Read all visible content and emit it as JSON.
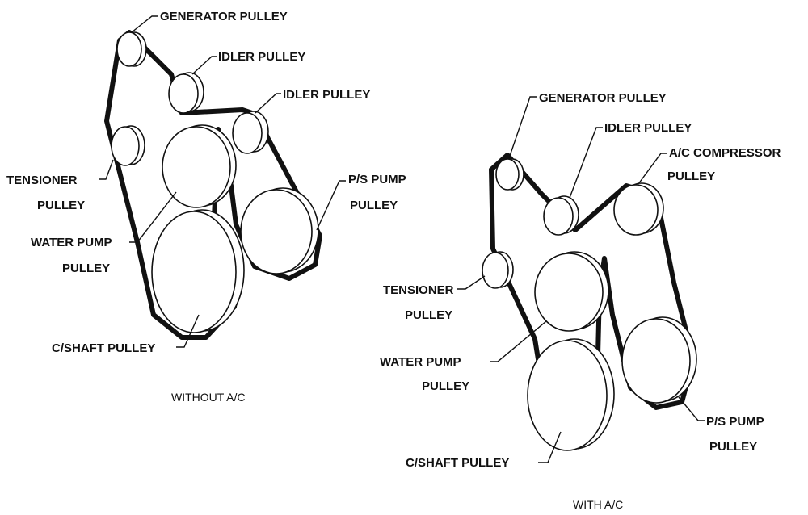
{
  "colors": {
    "line": "#111111",
    "background": "#ffffff"
  },
  "without_ac": {
    "caption": "WITHOUT A/C",
    "labels": {
      "generator_pulley": "GENERATOR PULLEY",
      "idler_pulley_1": "IDLER PULLEY",
      "idler_pulley_2": "IDLER PULLEY",
      "tensioner_line1": "TENSIONER",
      "tensioner_line2": "PULLEY",
      "ps_pump_line1": "P/S PUMP",
      "ps_pump_line2": "PULLEY",
      "water_pump_line1": "WATER PUMP",
      "water_pump_line2": "PULLEY",
      "cshaft_pulley": "C/SHAFT PULLEY"
    }
  },
  "with_ac": {
    "caption": "WITH A/C",
    "labels": {
      "generator_pulley": "GENERATOR PULLEY",
      "idler_pulley": "IDLER PULLEY",
      "ac_compressor_line1": "A/C COMPRESSOR",
      "ac_compressor_line2": "PULLEY",
      "tensioner_line1": "TENSIONER",
      "tensioner_line2": "PULLEY",
      "water_pump_line1": "WATER PUMP",
      "water_pump_line2": "PULLEY",
      "ps_pump_line1": "P/S PUMP",
      "ps_pump_line2": "PULLEY",
      "cshaft_pulley": "C/SHAFT PULLEY"
    }
  }
}
